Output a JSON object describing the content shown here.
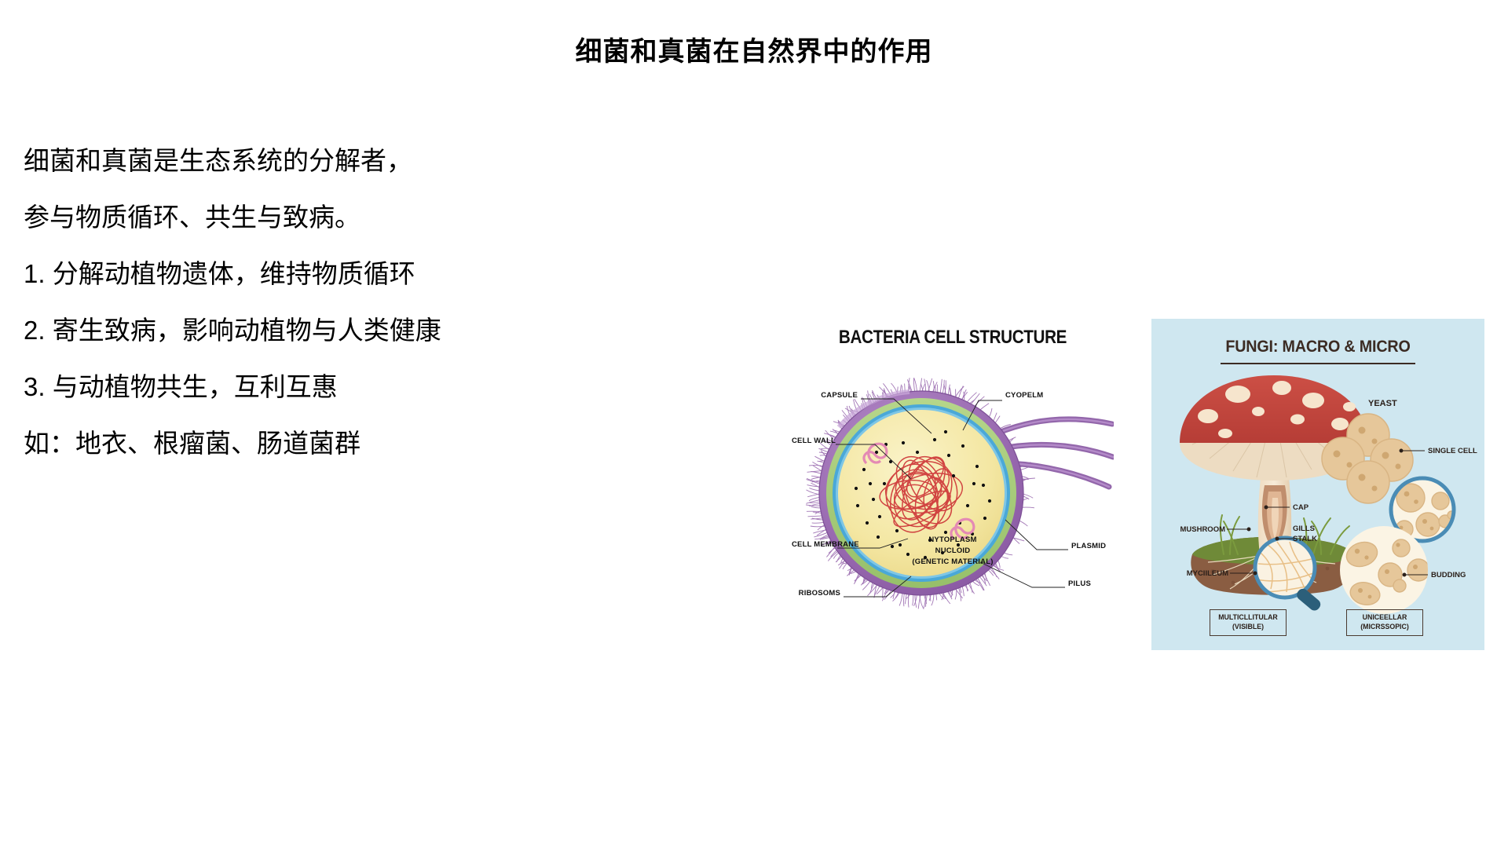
{
  "slide": {
    "title": "细菌和真菌在自然界中的作用",
    "body_lines": [
      "细菌和真菌是生态系统的分解者，",
      "参与物质循环、共生与致病。",
      "1. 分解动植物遗体，维持物质循环",
      "2. 寄生致病，影响动植物与人类健康",
      "3. 与动植物共生，互利互惠",
      "如：地衣、根瘤菌、肠道菌群"
    ],
    "background": "#ffffff",
    "text_color": "#000000"
  },
  "bacteria_figure": {
    "title": "BACTERIA CELL STRUCTURE",
    "background": "#ffffff",
    "labels": {
      "capsule": "CAPSULE",
      "cell_wall": "CELL WALL",
      "cell_membrane": "CELL MEMBRANE",
      "ribosoms": "RIBOSOMS",
      "cyopelm": "CYOPELM",
      "plasmid": "PLASMID",
      "pilus": "PILUS",
      "nytoplasm": "NYTOPLASM",
      "nucloid": "NUCLOID",
      "genetic_material": "(GENETIC MATERIAL)"
    },
    "colors": {
      "capsule": "#9b6cb0",
      "cell_wall": "#a8ca7a",
      "cell_membrane": "#4aa8d8",
      "cytoplasm": "#f5e9a8",
      "dna": "#cf3b3b",
      "plasmid": "#e99cc0",
      "ribosome": "#111111"
    }
  },
  "fungi_figure": {
    "title": "FUNGI: MACRO & MICRO",
    "background": "#cfe7f0",
    "labels": {
      "yeast": "YEAST",
      "single_cell": "SINGLE CELL",
      "budding": "BUDDING",
      "mushroom": "MUSHROOM",
      "cap": "CAP",
      "gills": "GILLS",
      "stalk": "STALK",
      "myciileum": "MYCIILEUM"
    },
    "boxes": {
      "left": "MULTICLLITULAR\n(VISIBLE)",
      "right": "UNICEELLAR\n(MICRSSOPIC)"
    },
    "colors": {
      "panel_bg": "#cfe7f0",
      "cap_red": "#c4443c",
      "cap_spot": "#f6e5cd",
      "stalk": "#f2e0c8",
      "gills": "#b07a5e",
      "grass": "#7b8f3c",
      "soil": "#8a5d42",
      "yeast_cell": "#e6c79a",
      "lens_rim": "#4a8cb5",
      "lens_handle": "#2c5f7a",
      "title_brown": "#3b2b23"
    }
  }
}
